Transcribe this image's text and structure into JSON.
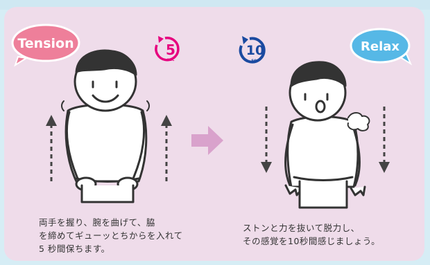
{
  "bubbles": {
    "tension": "Tension",
    "relax": "Relax"
  },
  "timers": {
    "left": {
      "value": "5",
      "unit": "sec",
      "color": "#e6007e"
    },
    "right": {
      "value": "10",
      "unit": "sec",
      "color": "#1a4aa0"
    }
  },
  "captions": {
    "left": {
      "line1": "両手を握り、腕を曲げて、脇",
      "line2": "を締めてギューッとちからを入れて",
      "line3": "5 秒間保ちます。"
    },
    "right": {
      "line1": "ストンと力を抜いて脱力し、",
      "line2": "その感覚を10秒間感じましょう。"
    }
  },
  "colors": {
    "card_bg": "#efdcea",
    "tension_bubble": "#ee7f9a",
    "relax_bubble": "#56b8e6",
    "arrow": "#d9a2cc"
  }
}
